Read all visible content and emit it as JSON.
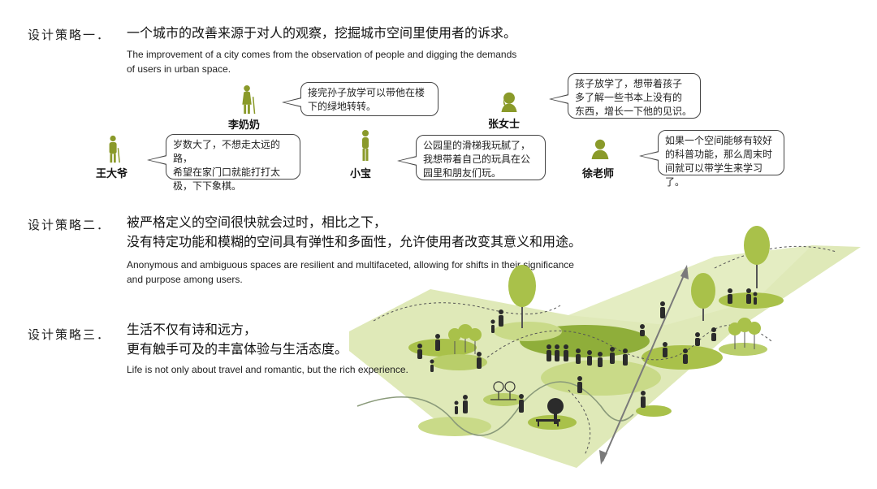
{
  "strategies": [
    {
      "label": "设计策略一．",
      "title_lines": [
        "一个城市的改善来源于对人的观察，挖掘城市空间里使用者的诉求。"
      ],
      "english_lines": [
        "The improvement of a city comes from the observation of people and digging the demands",
        "of users in urban space."
      ]
    },
    {
      "label": "设计策略二．",
      "title_lines": [
        "被严格定义的空间很快就会过时，相比之下，",
        "没有特定功能和模糊的空间具有弹性和多面性，允许使用者改变其意义和用途。"
      ],
      "english_lines": [
        "Anonymous and ambiguous spaces are resilient and multifaceted, allowing for shifts in their significance",
        "and purpose among users."
      ]
    },
    {
      "label": "设计策略三．",
      "title_lines": [
        "生活不仅有诗和远方，",
        "更有触手可及的丰富体验与生活态度。"
      ],
      "english_lines": [
        "Life is not only about travel and romantic, but the rich experience."
      ]
    }
  ],
  "personas": [
    {
      "name": "李奶奶",
      "quote_lines": [
        "接完孙子放学可以带他在楼",
        "下的绿地转转。"
      ]
    },
    {
      "name": "张女士",
      "quote_lines": [
        "孩子放学了，想带着孩子",
        "多了解一些书本上没有的",
        "东西，增长一下他的见识。"
      ]
    },
    {
      "name": "王大爷",
      "quote_lines": [
        "岁数大了，不想走太远的路，",
        "希望在家门口就能打打太",
        "极，下下象棋。"
      ]
    },
    {
      "name": "小宝",
      "quote_lines": [
        "公园里的滑梯我玩腻了，",
        "我想带着自己的玩具在公",
        "园里和朋友们玩。"
      ]
    },
    {
      "name": "徐老师",
      "quote_lines": [
        "如果一个空间能够有较好",
        "的科普功能，那么周末时",
        "间就可以带学生来学习了。"
      ]
    }
  ],
  "colors": {
    "figure_green": "#8a9a2a",
    "plane_green": "#dfe9b8",
    "spot_green": "#a9c14a",
    "dark_spot": "#8fae3a",
    "silhouette": "#2b2b2b",
    "arrow_gray": "#7a7a7a"
  },
  "icons": {
    "elderly": "elderly-woman-with-cane-icon",
    "woman": "woman-bust-icon",
    "old_man": "old-man-with-cane-icon",
    "child": "child-standing-icon",
    "teacher": "man-bust-icon"
  }
}
